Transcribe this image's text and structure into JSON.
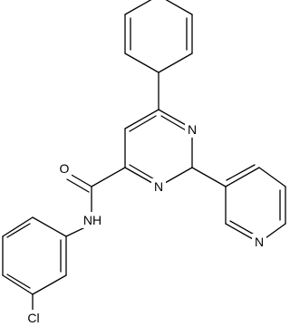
{
  "molecule": {
    "atoms": [
      {
        "id": "o",
        "symbol": "O"
      },
      {
        "id": "n1",
        "symbol": "N"
      },
      {
        "id": "n3",
        "symbol": "N"
      },
      {
        "id": "nh",
        "symbol": "NH"
      },
      {
        "id": "npy",
        "symbol": "N"
      },
      {
        "id": "cl",
        "symbol": "Cl"
      }
    ]
  }
}
